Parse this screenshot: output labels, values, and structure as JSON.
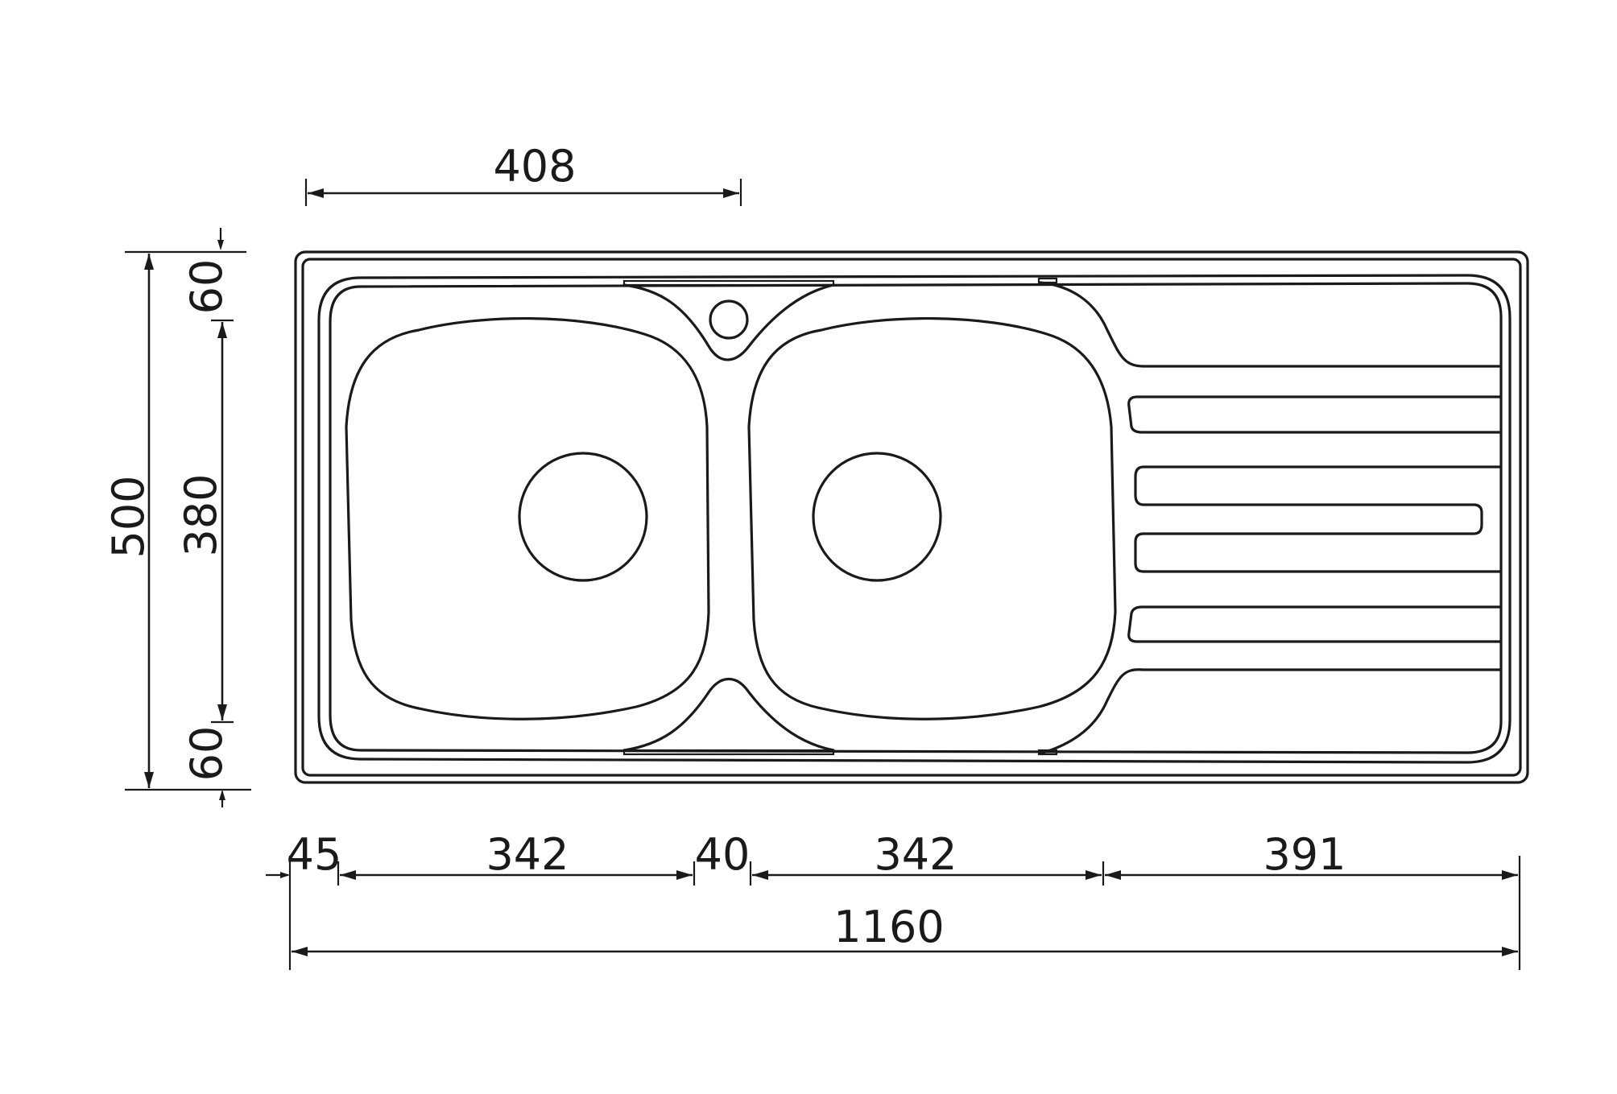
{
  "dimensions": {
    "overall_width": "1160",
    "overall_depth": "500",
    "bowl_offset": "408",
    "back_margin": "60",
    "bowl_depth": "380",
    "front_margin": "60",
    "left_margin": "45",
    "bowl_left_width": "342",
    "bowl_gap": "40",
    "bowl_right_width": "342",
    "drainer_width": "391"
  }
}
